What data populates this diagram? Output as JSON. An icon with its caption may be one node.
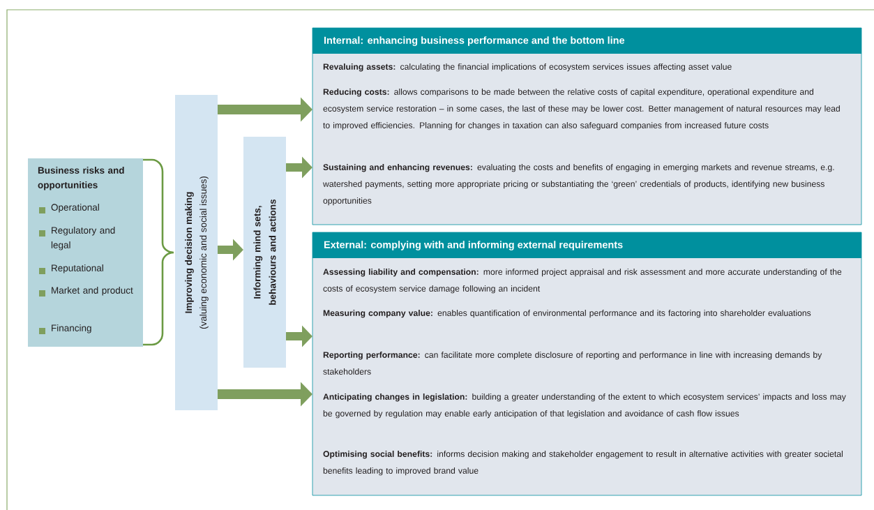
{
  "diagram": {
    "nodes": [
      {
        "text": [
          "Business risks and opportunities",
          "Operational",
          "Regulatory and legal",
          "Reputational",
          "Market and product",
          "Financing"
        ]
      },
      {
        "text": [
          "Improving decision making",
          "(valuing economic and social issues)"
        ]
      },
      {
        "text": [
          "Informing mind sets, behaviours and actions"
        ]
      },
      {
        "text": [
          "Internal: enhancing business performance and the bottom line",
          "**Revaluing assets:** calculating the financial implications of ecosystem services issues affecting asset value",
          "**Reducing costs:** allows comparisons to be made between the relative costs of capital expenditure, operational expenditure and ecosystem service restoration – in some cases, the last of these may be lower cost. Better management of natural resources may lead to improved efficiencies. Planning for changes in taxation can also safeguard companies from increased future costs",
          "**Sustaining and enhancing revenues:** evaluating the costs and benefits of engaging in emerging markets and revenue streams, e.g. watershed payments, setting more appropriate pricing or substantiating the ‘green’ credentials of products, identifying new business opportunities"
        ]
      },
      {
        "text": [
          "External: complying with and informing external requirements",
          "**Assessing liability and compensation:** more informed project appraisal and risk assessment and more accurate understanding of the costs of ecosystem service damage following an incident",
          "**Measuring company value:** enables quantification of environmental performance and its factoring into shareholder evaluations",
          "**Reporting performance:** can facilitate more complete disclosure of reporting and performance in line with increasing demands by stakeholders",
          "**Anticipating changes in legislation:** building a greater understanding of the extent to which ecosystem services’ impacts and loss may be governed by regulation may enable early anticipation of that legislation and avoidance of cash flow issues",
          "**Optimising social benefits:** informs decision making and stakeholder engagement to result in alternative activities with greater societal benefits leading to improved brand value"
        ]
      }
    ],
    "edges": [
      {
        "from": 1,
        "to": 3,
        "arrow": "to"
      },
      {
        "from": 1,
        "to": 2,
        "arrow": "to"
      },
      {
        "from": 2,
        "to": 3,
        "arrow": "to"
      },
      {
        "from": 2,
        "to": 4,
        "arrow": "to"
      },
      {
        "from": 1,
        "to": 4,
        "arrow": "to"
      }
    ]
  }
}
